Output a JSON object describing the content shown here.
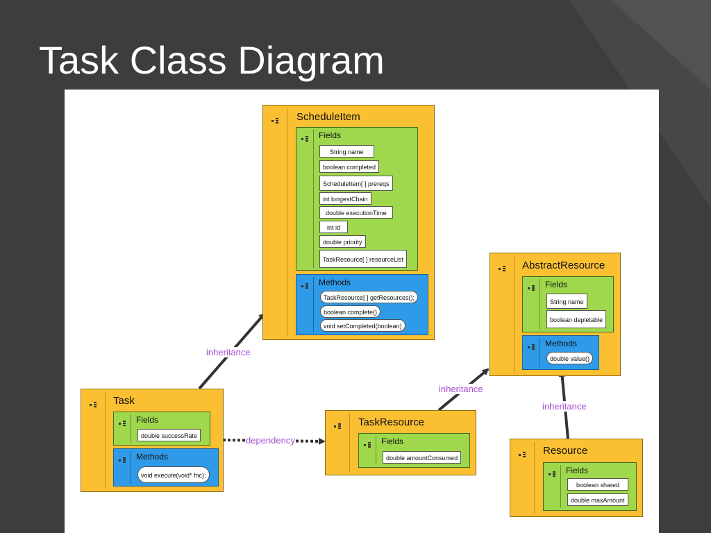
{
  "slide": {
    "title": "Task Class Diagram"
  },
  "classes": {
    "scheduleitem": {
      "name": "ScheduleItem",
      "fields_label": "Fields",
      "fields": [
        "String name",
        "boolean completed",
        "ScheduleItem[ ] prereqs",
        "int longestChain",
        "double executionTime",
        "int id",
        "double priority",
        "TaskResource[ ] resourceList"
      ],
      "methods_label": "Methods",
      "methods": [
        "TaskResource[ ] getResources();",
        "boolean complete()",
        "void setCompleted(boolean)"
      ]
    },
    "abstractresource": {
      "name": "AbstractResource",
      "fields_label": "Fields",
      "fields": [
        "String name",
        "boolean depletable"
      ],
      "methods_label": "Methods",
      "methods": [
        "double value()"
      ]
    },
    "task": {
      "name": "Task",
      "fields_label": "Fields",
      "fields": [
        "double successRate"
      ],
      "methods_label": "Methods",
      "methods": [
        "void execute(void* fnc);"
      ]
    },
    "taskresource": {
      "name": "TaskResource",
      "fields_label": "Fields",
      "fields": [
        "double amountConsumed"
      ]
    },
    "resource": {
      "name": "Resource",
      "fields_label": "Fields",
      "fields": [
        "boolean shared",
        "double maxAmount"
      ]
    }
  },
  "relations": {
    "task_scheduleitem": "inheritance",
    "taskresource_abstractresource": "inheritance",
    "resource_abstractresource": "inheritance",
    "task_taskresource": "dependency"
  },
  "colors": {
    "class_fill": "#fbbf32",
    "fields_fill": "#9fd84c",
    "methods_fill": "#2f9be8",
    "relation_label": "#a64bd1"
  },
  "icons": {
    "class_section_icon": "class-glyph-icon"
  }
}
